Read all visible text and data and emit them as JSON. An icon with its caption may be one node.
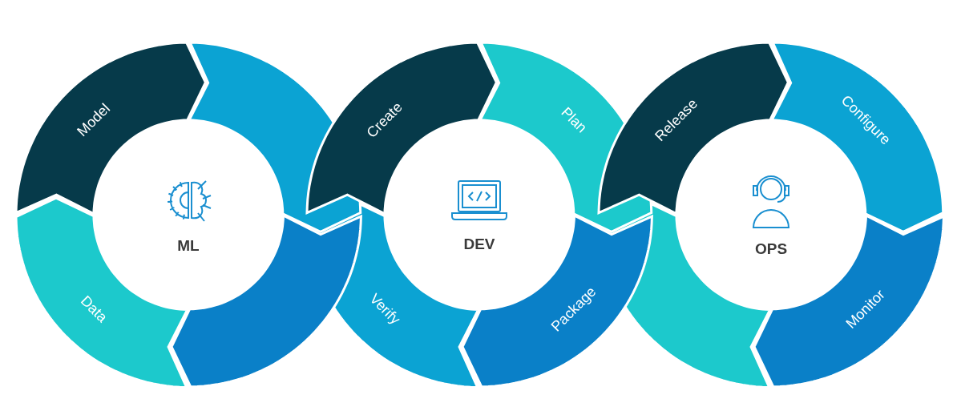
{
  "diagram": {
    "nodes": [
      {
        "text": [
          "Model"
        ]
      },
      {
        "text": [],
        "shape": "arc"
      },
      {
        "text": [],
        "shape": "arc"
      },
      {
        "text": [
          "Data"
        ]
      },
      {
        "text": [
          "ML"
        ]
      },
      {
        "text": [
          "Create"
        ]
      },
      {
        "text": [
          "Plan"
        ]
      },
      {
        "text": [
          "Package"
        ]
      },
      {
        "text": [
          "Verify"
        ]
      },
      {
        "text": [
          "DEV"
        ]
      },
      {
        "text": [
          "Release"
        ]
      },
      {
        "text": [
          "Configure"
        ]
      },
      {
        "text": [
          "Monitor"
        ]
      },
      {
        "text": [],
        "shape": "arc"
      },
      {
        "text": [
          "OPS"
        ]
      }
    ]
  }
}
